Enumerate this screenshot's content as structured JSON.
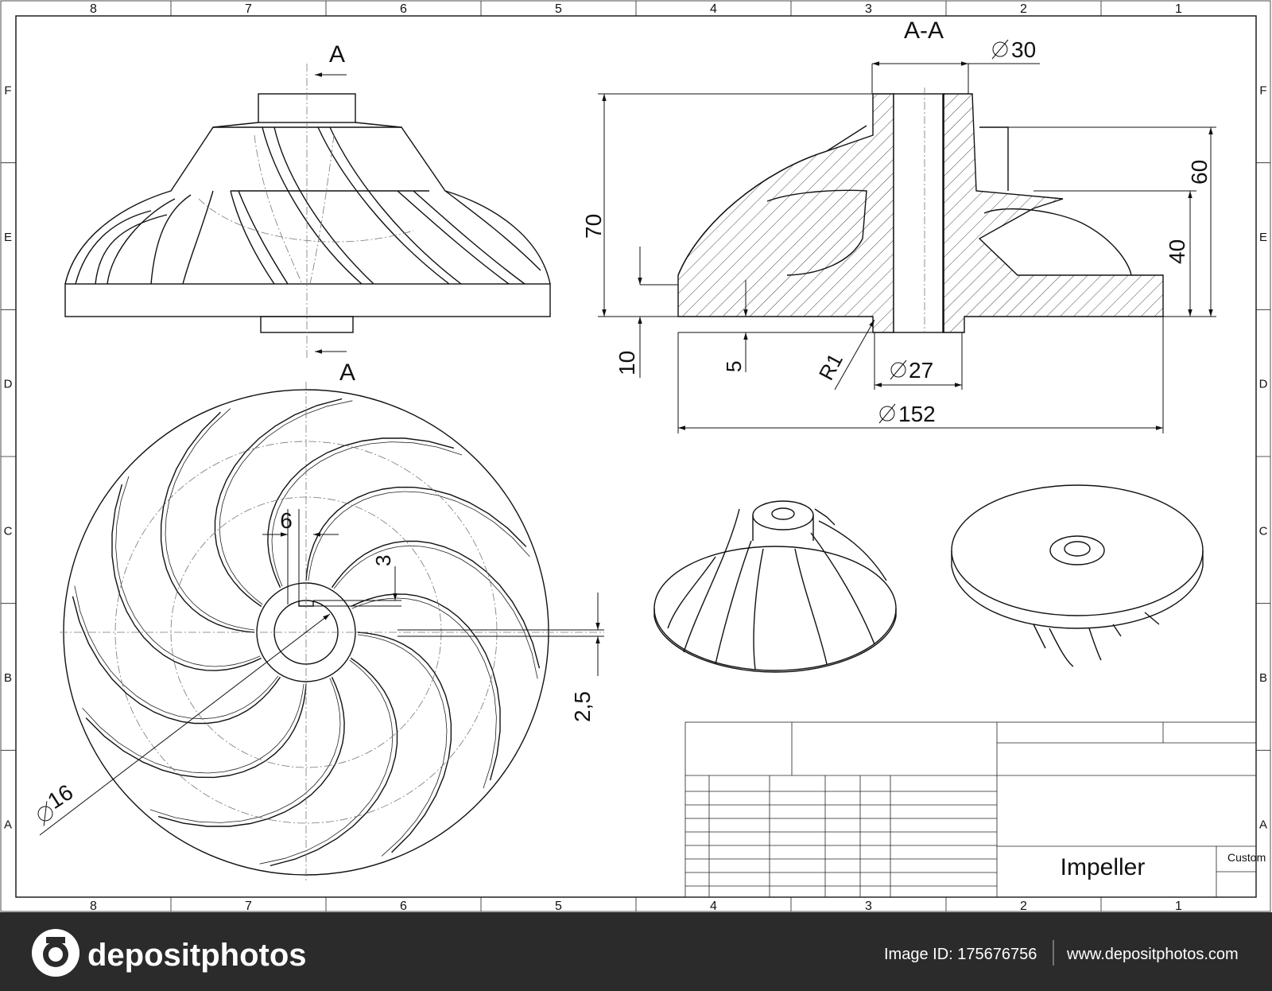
{
  "drawing": {
    "grid_columns": [
      "8",
      "7",
      "6",
      "5",
      "4",
      "3",
      "2",
      "1"
    ],
    "grid_rows": [
      "F",
      "E",
      "D",
      "C",
      "B",
      "A"
    ],
    "section_label_top": "A",
    "section_label_bottom": "A",
    "section_title": "A-A",
    "dimensions": {
      "d30": "30",
      "d27": "27",
      "d152": "152",
      "h70": "70",
      "h60": "60",
      "h40": "40",
      "h10": "10",
      "h5": "5",
      "r1": "R1",
      "w6": "6",
      "w3": "3",
      "h2_5": "2,5",
      "d16": "16"
    },
    "title_block": {
      "part_name": "Impeller",
      "sheet_note": "Custom"
    }
  },
  "footer": {
    "logo_text": "depositphotos",
    "image_id": "Image ID: 175676756",
    "website": "www.depositphotos.com"
  },
  "colors": {
    "line": "#111111",
    "hidden_line": "#777777",
    "footer_bg": "#2b2b2b",
    "footer_text": "#ffffff"
  },
  "icons": {
    "logo": "camera-aperture-icon",
    "diameter": "diameter-symbol-icon"
  }
}
